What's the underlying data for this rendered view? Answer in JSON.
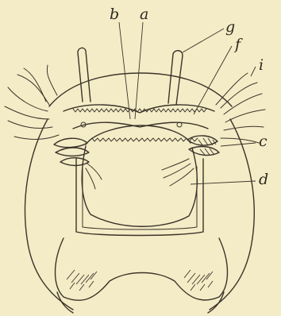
{
  "figure": {
    "background": "#f4ecc6",
    "ink": "#3b332a",
    "labels": {
      "a": "a",
      "b": "b",
      "c": "c",
      "d": "d",
      "f": "f",
      "g": "g",
      "i": "i"
    }
  }
}
